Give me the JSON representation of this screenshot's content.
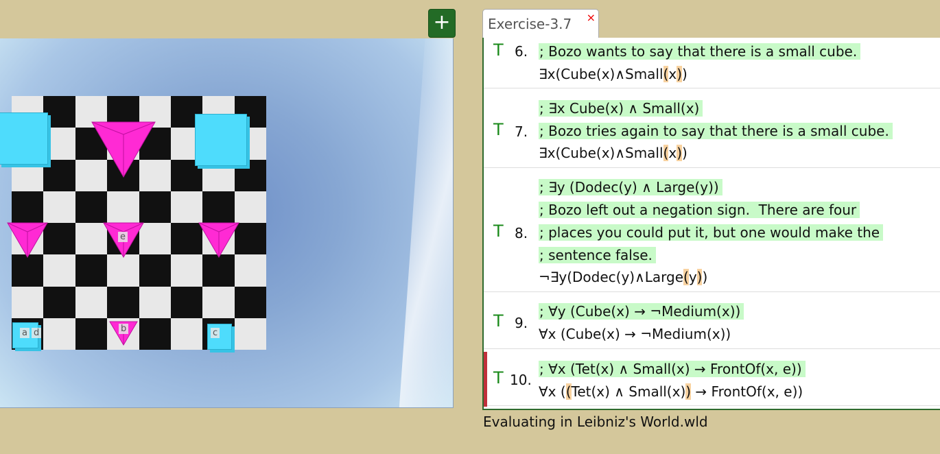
{
  "add_button_label": "+",
  "tab": {
    "title": "Exercise-3.7",
    "close": "×"
  },
  "entries": [
    {
      "truth": "T",
      "number": "6.",
      "comments": [
        "; Bozo wants to say that there is a small cube."
      ],
      "formula": [
        "∃x(Cube(x)∧Small",
        "(",
        "x",
        ")",
        ")"
      ]
    },
    {
      "truth": "T",
      "number": "7.",
      "comments": [
        "; ∃x Cube(x) ∧ Small(x)",
        "; Bozo tries again to say that there is a small cube."
      ],
      "formula": [
        "∃x(Cube(x)∧Small",
        "(",
        "x",
        ")",
        ")"
      ]
    },
    {
      "truth": "T",
      "number": "8.",
      "comments": [
        "; ∃y (Dodec(y) ∧ Large(y))",
        "; Bozo left out a negation sign.  There are four",
        "; places you could put it, but one would make the",
        "; sentence false."
      ],
      "formula": [
        "¬∃y(Dodec(y)∧Large",
        "(",
        "y",
        ")",
        ")"
      ]
    },
    {
      "truth": "T",
      "number": "9.",
      "comments": [
        "; ∀y (Cube(x) → ¬Medium(x))"
      ],
      "formula": [
        "∀x (Cube(x) → ¬Medium(x))"
      ]
    },
    {
      "truth": "T",
      "number": "10.",
      "comments": [
        "; ∀x (Tet(x) ∧ Small(x) → FrontOf(x, e))"
      ],
      "formula": [
        "∀x (",
        "(",
        "Tet(x) ∧ Small(x)",
        ")",
        " → FrontOf(x, e))"
      ]
    }
  ],
  "status": "Evaluating in Leibniz's World.wld",
  "piece_labels": {
    "e": "e",
    "a": "a",
    "d": "d",
    "b": "b",
    "c": "c"
  },
  "colors": {
    "cube": "#4edcfc",
    "tet": "#ff2ad4",
    "truth": "#1a8a1a",
    "comment_bg": "#c8fac8",
    "paren_bg": "#f8d2a0",
    "selected_bar": "#c0303b"
  }
}
